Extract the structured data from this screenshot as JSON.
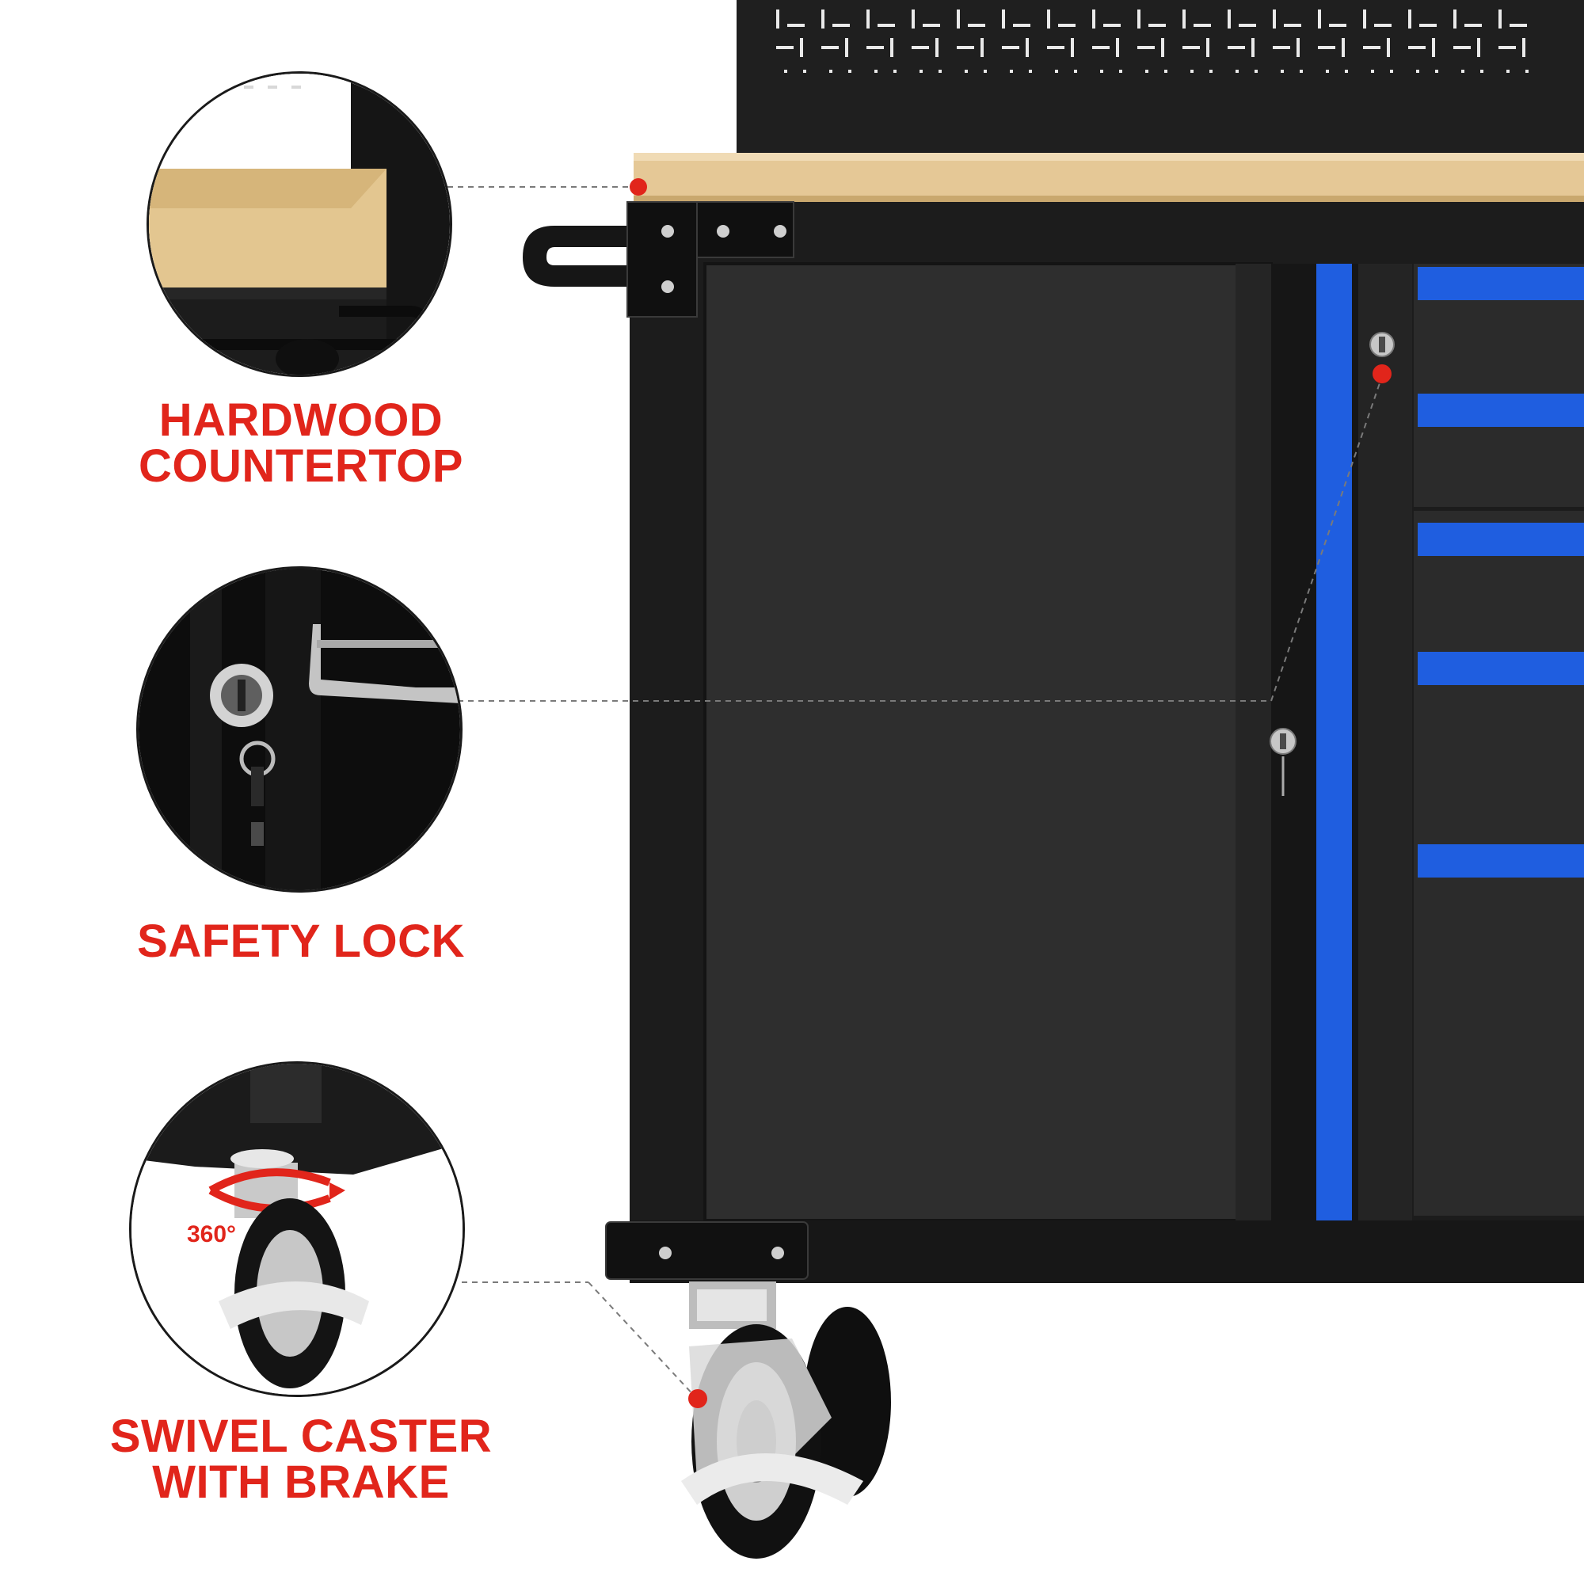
{
  "features": [
    {
      "id": "countertop",
      "label_lines": [
        "HARDWOOD",
        "COUNTERTOP"
      ],
      "icon": "countertop-closeup"
    },
    {
      "id": "lock",
      "label_lines": [
        "SAFETY LOCK"
      ],
      "icon": "lock-closeup"
    },
    {
      "id": "caster",
      "label_lines": [
        "SWIVEL CASTER",
        "WITH BRAKE"
      ],
      "icon": "caster-closeup",
      "rotation_text": "360°"
    }
  ],
  "colors": {
    "accent_red": "#e1251b",
    "cabinet_black": "#1e1e1e",
    "panel_dark": "#2f2f2f",
    "drawer_blue": "#1f5ee0",
    "wood": "#e7cc9c"
  }
}
